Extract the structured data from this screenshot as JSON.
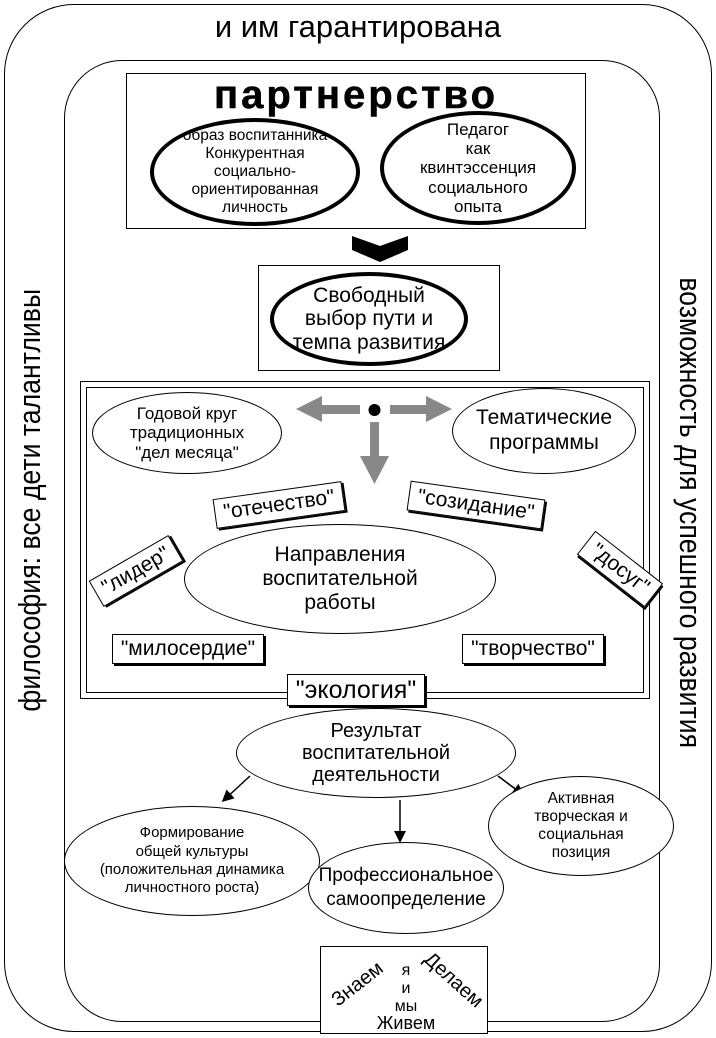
{
  "title_top": "и им гарантирована",
  "left_side": "философия: все дети талантливы",
  "right_side": "возможность для успешного развития",
  "partnership": {
    "heading": "партнерство",
    "left_oval": [
      "образ воспитанника",
      "Конкурентная",
      "социально-",
      "ориентированная",
      "личность"
    ],
    "right_oval": [
      "Педагог",
      "как",
      "квинтэссенция",
      "социального",
      "опыта"
    ]
  },
  "free_choice": [
    "Свободный",
    "выбор пути и",
    "темпа развития"
  ],
  "activities": {
    "left_oval": [
      "Годовой круг",
      "традиционных",
      "\"дел месяца\""
    ],
    "right_oval": [
      "Тематические",
      "программы"
    ],
    "center_oval": [
      "Направления",
      "воспитательной",
      "работы"
    ]
  },
  "directions": {
    "otechestvo": "\"отечество\"",
    "sozidanie": "\"созидание\"",
    "lider": "\"лидер\"",
    "dosug": "\"досуг\"",
    "miloserdie": "\"милосердие\"",
    "tvorchestvo": "\"творчество\"",
    "ekologiya": "\"экология\""
  },
  "result_oval": [
    "Результат",
    "воспитательной",
    "деятельности"
  ],
  "outcomes": {
    "culture": [
      "Формирование",
      "общей культуры",
      "(положительная динамика",
      "личностного роста)"
    ],
    "professional": [
      "Профессиональное",
      "самоопределение"
    ],
    "active": [
      "Активная",
      "творческая и",
      "социальная",
      "позиция"
    ]
  },
  "bottom_box": {
    "znaem": "Знаем",
    "delaem": "Делаем",
    "zhivem": "Живем",
    "ya": "я",
    "i": "и",
    "my": "мы"
  }
}
